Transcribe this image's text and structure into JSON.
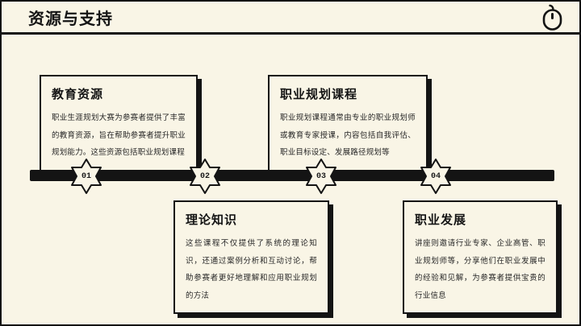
{
  "header": {
    "title": "资源与支持",
    "icon": "mouse-icon"
  },
  "colors": {
    "background": "#F9F5E6",
    "ink": "#141414"
  },
  "timeline": {
    "items": [
      {
        "number": "01"
      },
      {
        "number": "02"
      },
      {
        "number": "03"
      },
      {
        "number": "04"
      }
    ]
  },
  "cards": [
    {
      "id": "education-resources",
      "title": "教育资源",
      "body": "职业生涯规划大赛为参赛者提供了丰富的教育资源，旨在帮助参赛者提升职业规划能力。这些资源包括职业规划课程",
      "row": "top",
      "timeline_number": "01"
    },
    {
      "id": "career-planning-courses",
      "title": "职业规划课程",
      "body": "职业规划课程通常由专业的职业规划师或教育专家授课，内容包括自我评估、职业目标设定、发展路径规划等",
      "row": "top",
      "timeline_number": "03"
    },
    {
      "id": "theoretical-knowledge",
      "title": "理论知识",
      "body": "这些课程不仅提供了系统的理论知识，还通过案例分析和互动讨论，帮助参赛者更好地理解和应用职业规划的方法",
      "row": "bottom",
      "timeline_number": "02"
    },
    {
      "id": "career-development",
      "title": "职业发展",
      "body": "讲座则邀请行业专家、企业高管、职业规划师等，分享他们在职业发展中的经验和见解，为参赛者提供宝贵的行业信息",
      "row": "bottom",
      "timeline_number": "04"
    }
  ]
}
